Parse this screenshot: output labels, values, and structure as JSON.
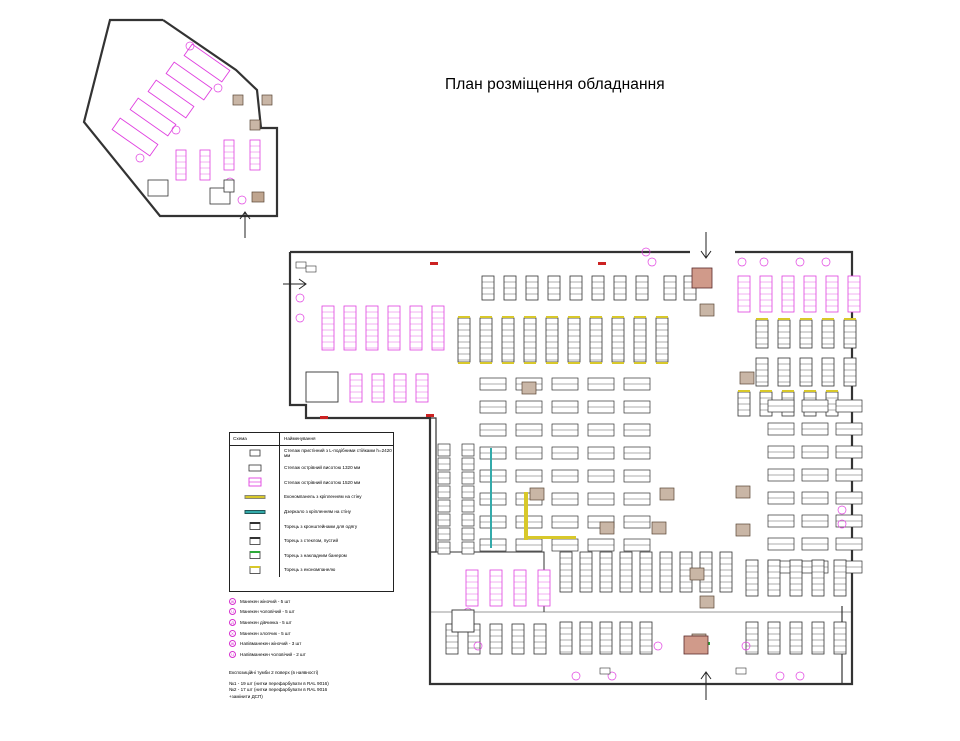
{
  "title": "План розміщення обладнання",
  "legend": {
    "col_scheme": "Схема",
    "col_name": "Найменування",
    "rows": [
      {
        "label": "Стелаж пристінний з L-подібними стійками h=2420 мм",
        "symbol": "wall-rack"
      },
      {
        "label": "Стелаж острівний висотою 1320 мм",
        "symbol": "island-1320"
      },
      {
        "label": "Стелаж острівний висотою 1520 мм",
        "symbol": "island-1520"
      },
      {
        "label": "Економпанель з кріпленням на стіну",
        "symbol": "econompanel"
      },
      {
        "label": "Дзеркало з кріпленням на стіну",
        "symbol": "mirror"
      },
      {
        "label": "Торець з кронштейнами для одягу",
        "symbol": "end-brackets"
      },
      {
        "label": "Торець з стеклом, пустий",
        "symbol": "end-glass"
      },
      {
        "label": "Торець з накладним банером",
        "symbol": "end-banner"
      },
      {
        "label": "Торець з економпанелю",
        "symbol": "end-econom"
      }
    ]
  },
  "mannequins": [
    {
      "mark": "Ж",
      "label": "Манекен жіночий - 5 шт"
    },
    {
      "mark": "Ч",
      "label": "Манекен чоловічий - 5 шт"
    },
    {
      "mark": "Д",
      "label": "Манекен дівчинка - 5 шт"
    },
    {
      "mark": "Х",
      "label": "Манекен хлопчик - 5 шт"
    },
    {
      "mark": "Ж",
      "label": "Напівманекен жіночий - 3 шт"
    },
    {
      "mark": "Ч",
      "label": "Напівманекен чоловічий - 2 шт"
    }
  ],
  "notes": {
    "line1": "Експозиційні тумби 2 поверх (в наявності)",
    "line2": "№1 - 19 шт (нитки перефарбувати в RAL 9016)",
    "line3": "№2 - 17 шт (нитки перефарбувати в RAL 9016",
    "line4": "+замінити ДСП)"
  },
  "colors": {
    "wall": "#3a3a3a",
    "magenta": "#e040e0",
    "orange": "#e8922a",
    "yellow": "#d8c82a",
    "green": "#2eaa3a",
    "brown": "#8b6a52",
    "red": "#cc2222"
  }
}
